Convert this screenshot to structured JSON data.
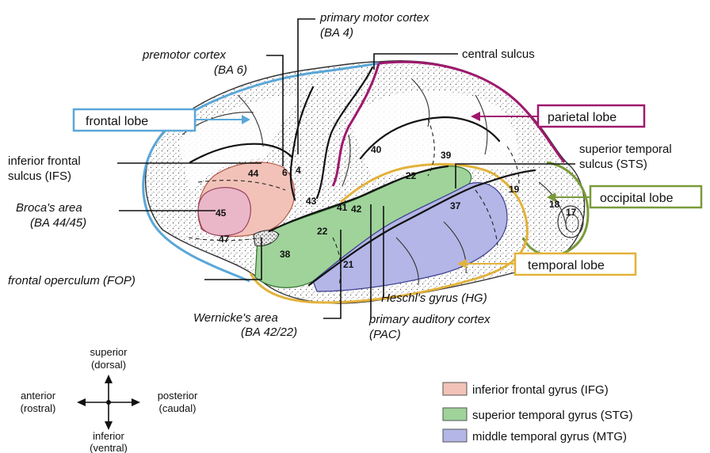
{
  "labels": {
    "primary_motor_cortex": "primary motor cortex",
    "primary_motor_cortex_ba": "(BA 4)",
    "premotor_cortex": "premotor cortex",
    "premotor_cortex_ba": "(BA 6)",
    "central_sulcus": "central sulcus",
    "inferior_frontal_sulcus_1": "inferior frontal",
    "inferior_frontal_sulcus_2": "sulcus (IFS)",
    "brocas_area": "Broca's area",
    "brocas_area_ba": "(BA 44/45)",
    "superior_temporal_sulcus_1": "superior temporal",
    "superior_temporal_sulcus_2": "sulcus (STS)",
    "frontal_operculum": "frontal operculum (FOP)",
    "wernickes_area": "Wernicke's area",
    "wernickes_area_ba": "(BA 42/22)",
    "heschls_gyrus": "Heschl's gyrus (HG)",
    "primary_auditory_cortex": "primary auditory cortex",
    "primary_auditory_cortex_abbr": "(PAC)"
  },
  "lobes": {
    "frontal": "frontal lobe",
    "parietal": "parietal lobe",
    "occipital": "occipital lobe",
    "temporal": "temporal lobe"
  },
  "areas": {
    "a44": "44",
    "a45": "45",
    "a47": "47",
    "a6": "6",
    "a4": "4",
    "a43": "43",
    "a41": "41",
    "a42": "42",
    "a40": "40",
    "a39": "39",
    "a22_top": "22",
    "a22_mid": "22",
    "a21": "21",
    "a38": "38",
    "a37": "37",
    "a19": "19",
    "a18": "18",
    "a17": "17"
  },
  "compass": {
    "up_1": "superior",
    "up_2": "(dorsal)",
    "left_1": "anterior",
    "left_2": "(rostral)",
    "right_1": "posterior",
    "right_2": "(caudal)",
    "down_1": "inferior",
    "down_2": "(ventral)"
  },
  "legend": {
    "ifg": "inferior frontal gyrus (IFG)",
    "stg": "superior temporal gyrus (STG)",
    "mtg": "middle temporal gyrus (MTG)"
  },
  "colors": {
    "frontal": "#5aa7d8",
    "parietal": "#a0186e",
    "occipital": "#7a9a3a",
    "temporal": "#e2b23a",
    "ifg": "#f2c2b8",
    "stg": "#9fd39a",
    "mtg": "#b3b6e6",
    "brocas": "#e9b7c8"
  }
}
